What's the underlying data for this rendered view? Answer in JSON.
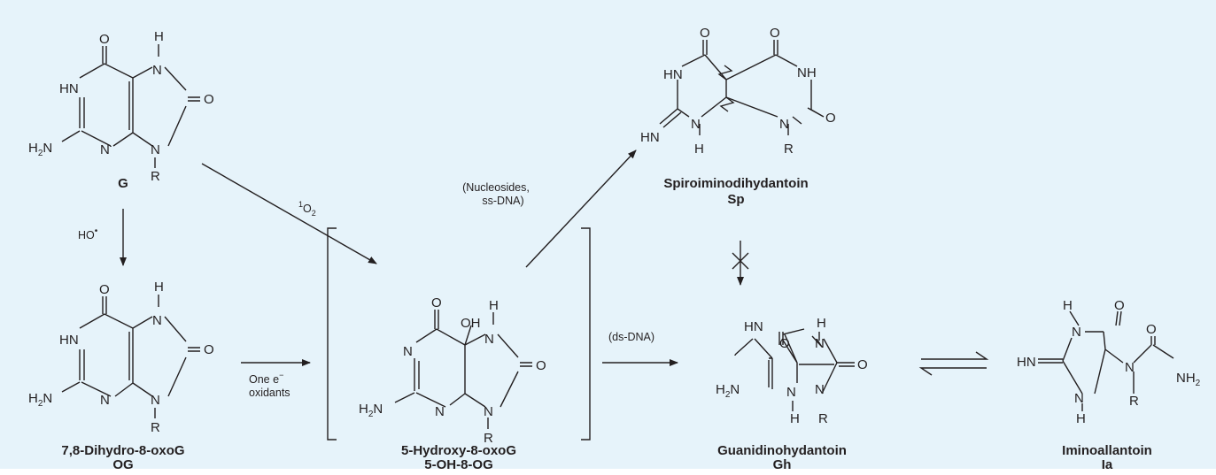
{
  "compounds": {
    "g": {
      "name": "G"
    },
    "og": {
      "name": "7,8-Dihydro-8-oxoG",
      "abbr": "OG"
    },
    "hydroxy": {
      "name": "5-Hydroxy-8-oxoG",
      "abbr": "5-OH-8-OG"
    },
    "sp": {
      "name": "Spiroiminodihydantoin",
      "abbr": "Sp"
    },
    "gh": {
      "name": "Guanidinohydantoin",
      "abbr": "Gh"
    },
    "ia": {
      "name": "Iminoallantoin",
      "abbr": "Ia"
    }
  },
  "reactions": {
    "hydroxyl_radical": "HO",
    "hydroxyl_dot": "•",
    "singlet_oxygen_sup": "1",
    "singlet_oxygen_o": "O",
    "singlet_oxygen_sub": "2",
    "one_electron_line1_prefix": "One e",
    "one_electron_sup": "−",
    "one_electron_line2": "oxidants",
    "nucleosides_line1": "(Nucleosides,",
    "nucleosides_line2": "ss-DNA)",
    "ds_dna": "(ds-DNA)"
  },
  "atoms": {
    "O": "O",
    "H": "H",
    "HN": "HN",
    "N": "N",
    "R": "R",
    "OH": "OH",
    "NH": "NH",
    "H2N_H": "H",
    "H2N_N": "N",
    "NH2_N": "NH",
    "sub2": "2"
  },
  "colors": {
    "background": "#e6f3fa",
    "ink": "#231f20"
  }
}
